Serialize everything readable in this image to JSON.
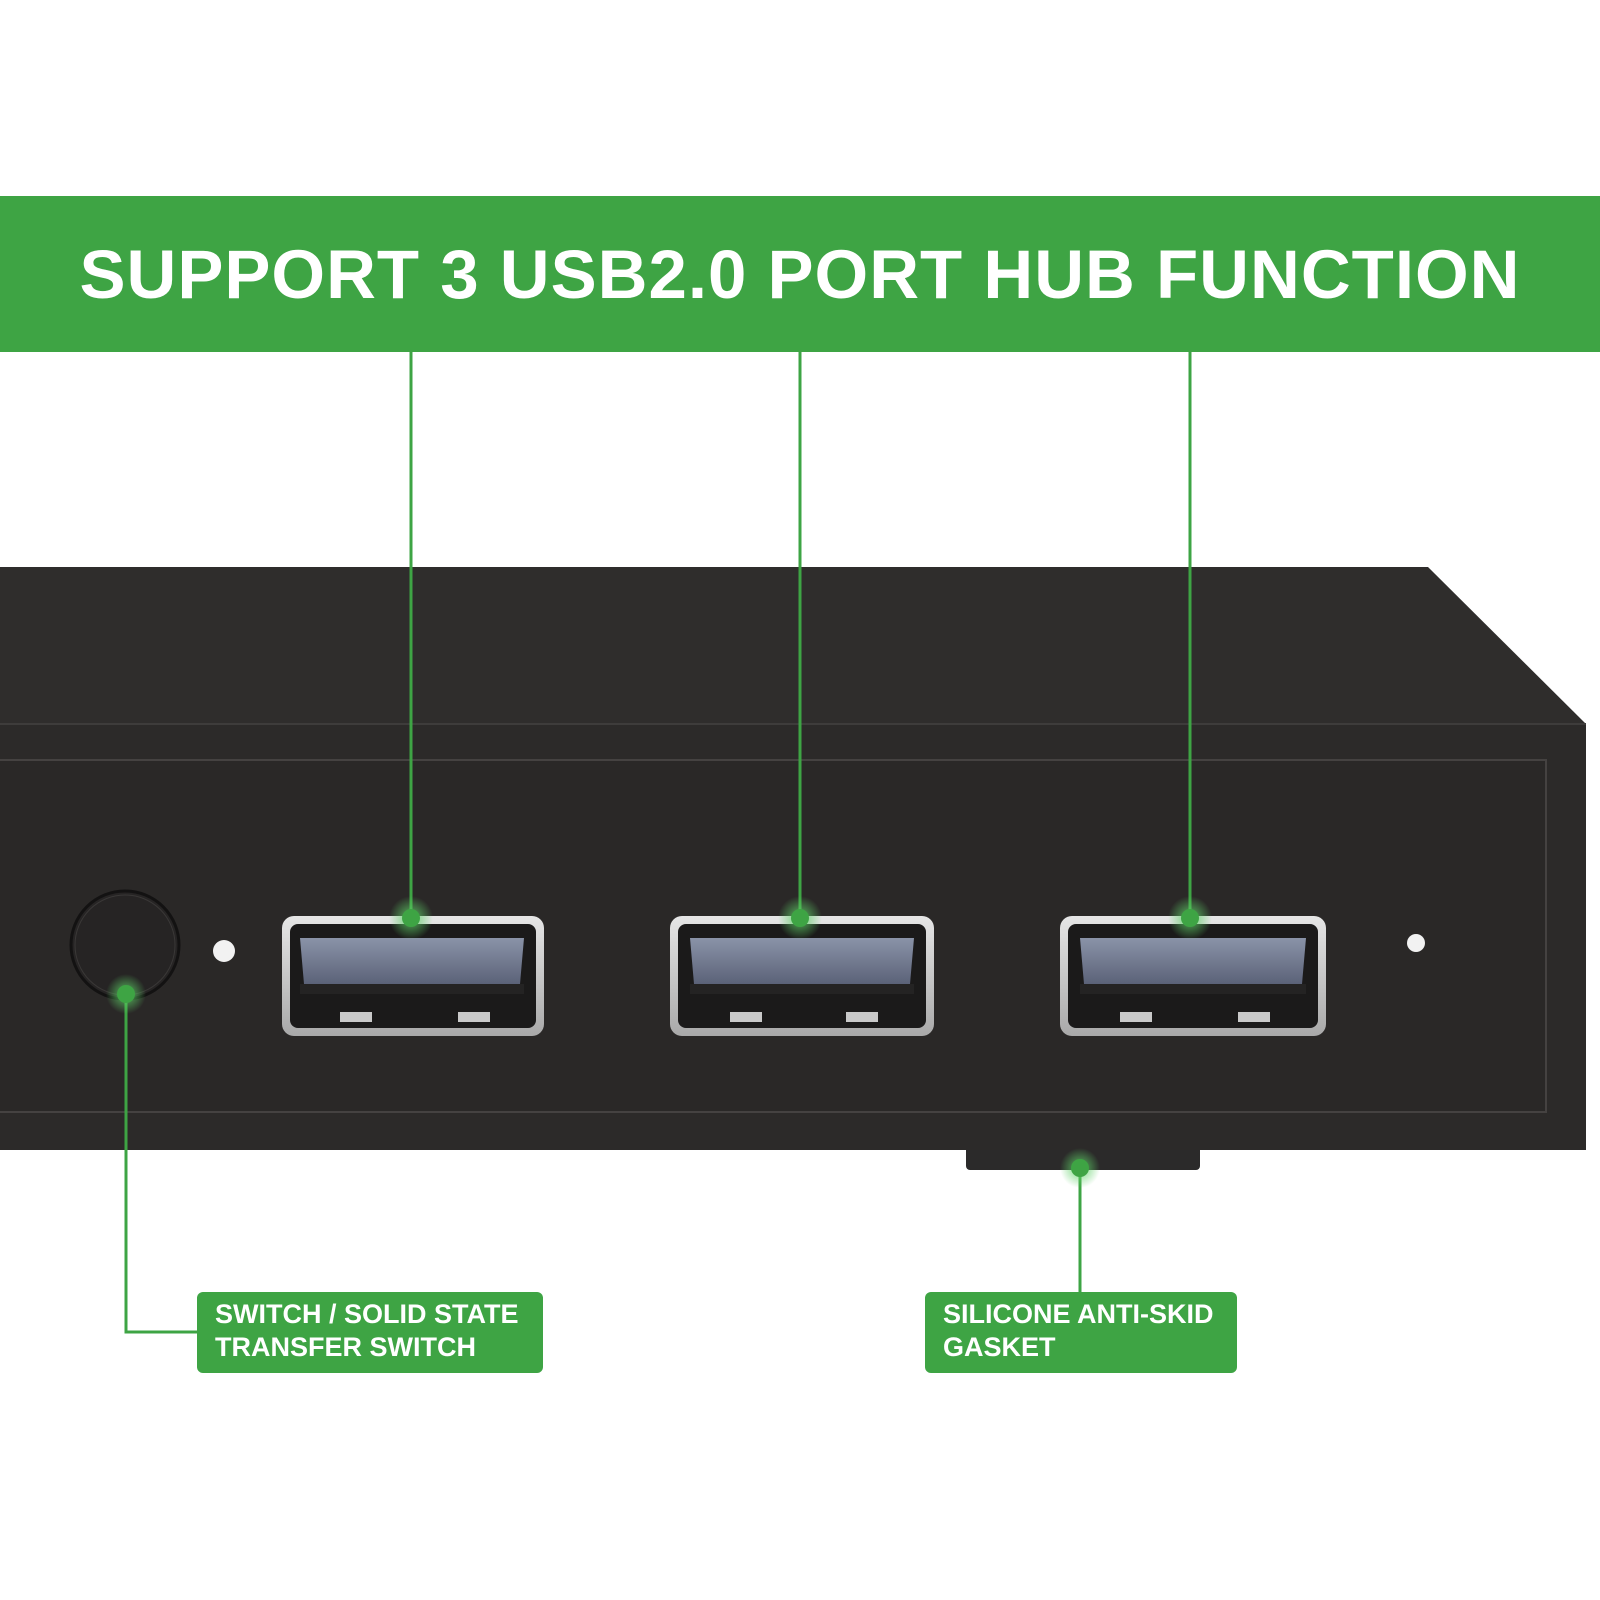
{
  "banner": {
    "title": "SUPPORT 3 USB2.0 PORT HUB FUNCTION"
  },
  "callouts": {
    "switch": {
      "line1": "SWITCH / SOLID STATE",
      "line2": "TRANSFER SWITCH"
    },
    "gasket": {
      "line1": "SILICONE ANTI-SKID",
      "line2": "GASKET"
    }
  },
  "colors": {
    "accent_green": "#3ea444",
    "device_body": "#2c2a29",
    "background": "#ffffff"
  },
  "icons": [
    "usb-port-icon",
    "power-button-icon",
    "indicator-led-icon",
    "callout-dot-icon"
  ]
}
